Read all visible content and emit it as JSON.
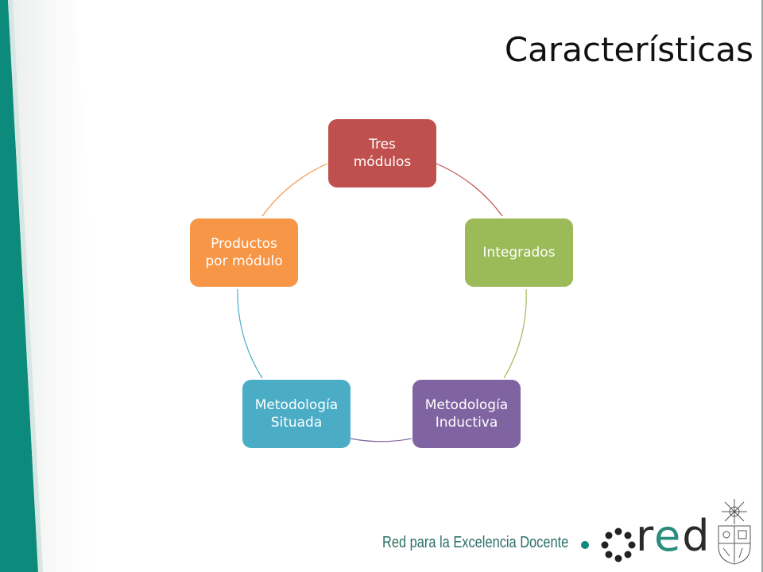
{
  "slide": {
    "title": "Características"
  },
  "diagram": {
    "type": "cycle",
    "nodes": [
      {
        "label": "Tres\nmódulos",
        "color": "#c0504d"
      },
      {
        "label": "Integrados",
        "color": "#9bbb59"
      },
      {
        "label": "Metodología\nInductiva",
        "color": "#8064a2"
      },
      {
        "label": "Metodología\nSituada",
        "color": "#4bacc6"
      },
      {
        "label": "Productos\npor módulo",
        "color": "#f79646"
      }
    ]
  },
  "footer": {
    "text": "Red para la Excelencia Docente",
    "logo_text": "red",
    "accent_color": "#0c8a7c"
  }
}
